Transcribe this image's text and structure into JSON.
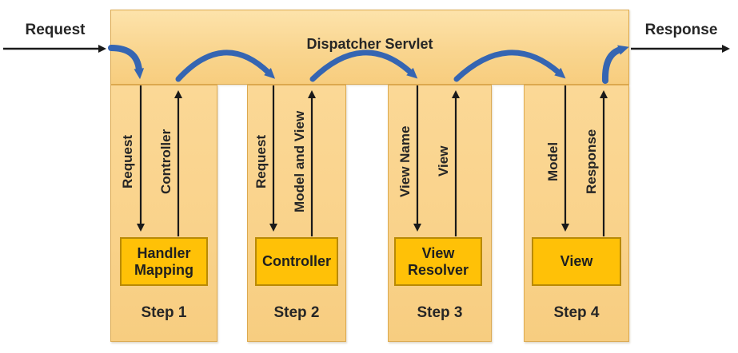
{
  "diagram": {
    "title": "Dispatcher Servlet",
    "input_label": "Request",
    "output_label": "Response",
    "steps": [
      {
        "name": "Step 1",
        "box": "Handler Mapping",
        "down_label": "Request",
        "up_label": "Controller"
      },
      {
        "name": "Step 2",
        "box": "Controller",
        "down_label": "Request",
        "up_label": "Model and View"
      },
      {
        "name": "Step 3",
        "box": "View Resolver",
        "down_label": "View Name",
        "up_label": "View"
      },
      {
        "name": "Step 4",
        "box": "View",
        "down_label": "Model",
        "up_label": "Response"
      }
    ],
    "colors": {
      "bar_fill": "#F9D58F",
      "column_fill": "#F9D28A",
      "panel_border": "#DCA94F",
      "box_fill": "#FFC107",
      "box_border": "#B98A05",
      "flow_arrow_blue": "#3565B2",
      "arrow_black": "#1A1A1A",
      "text": "#262626"
    }
  }
}
